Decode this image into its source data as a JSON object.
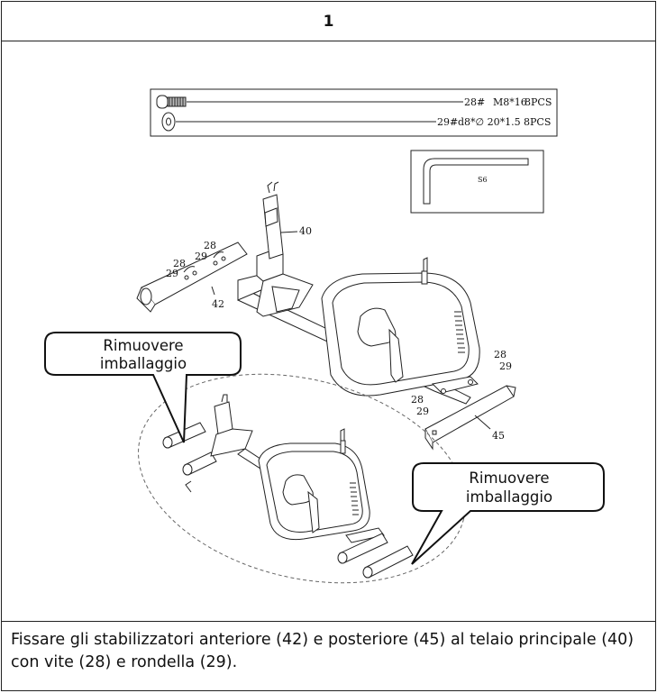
{
  "step": {
    "number": "1"
  },
  "hardware": {
    "items": [
      {
        "code": "28#",
        "spec": "M8*16",
        "qty": "8PCS"
      },
      {
        "code": "29#",
        "spec": "d8*∅ 20*1.5",
        "qty": "8PCS"
      }
    ],
    "tool": {
      "label": "S6"
    }
  },
  "figure": {
    "part_labels": {
      "main_frame": "40",
      "front_stabilizer": "42",
      "rear_stabilizer": "45",
      "bolt": "28",
      "washer": "29"
    },
    "callouts": [
      {
        "line1": "Rimuovere",
        "line2": "imballaggio"
      },
      {
        "line1": "Rimuovere",
        "line2": "imballaggio"
      }
    ]
  },
  "instruction": {
    "text": "Fissare gli stabilizzatori anteriore (42) e posteriore (45) al telaio principale (40) con vite (28) e rondella (29)."
  }
}
